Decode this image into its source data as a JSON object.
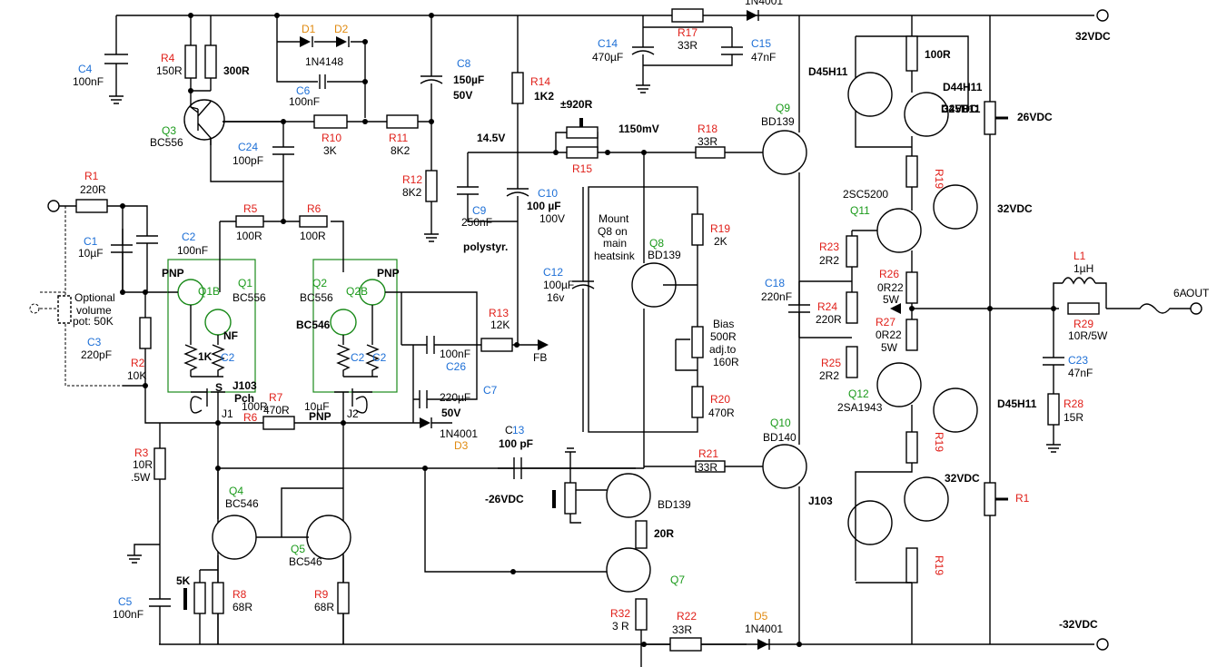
{
  "colors": {
    "wire": "#000000",
    "red": "#e0201a",
    "blue": "#1d6fd6",
    "green": "#1a9a1a",
    "orange": "#e08a10"
  },
  "labels": [
    {
      "t": "C4",
      "c": "blue"
    },
    {
      "t": "100nF",
      "c": "k"
    },
    {
      "t": "R4",
      "c": "red"
    },
    {
      "t": "150R",
      "c": "k"
    },
    {
      "t": "300R",
      "c": "b"
    },
    {
      "t": "D1",
      "c": "orange"
    },
    {
      "t": "D2",
      "c": "orange"
    },
    {
      "t": "1N4148",
      "c": "k"
    },
    {
      "t": "C6",
      "c": "blue"
    },
    {
      "t": "100nF",
      "c": "k"
    },
    {
      "t": "C8",
      "c": "blue"
    },
    {
      "t": "150µF",
      "c": "b"
    },
    {
      "t": "50V",
      "c": "b"
    },
    {
      "t": "Q3",
      "c": "green"
    },
    {
      "t": "BC556",
      "c": "k"
    },
    {
      "t": "C24",
      "c": "blue"
    },
    {
      "t": "100pF",
      "c": "k"
    },
    {
      "t": "R10",
      "c": "red"
    },
    {
      "t": "3K",
      "c": "k"
    },
    {
      "t": "R11",
      "c": "red"
    },
    {
      "t": "8K2",
      "c": "k"
    },
    {
      "t": "R12",
      "c": "red"
    },
    {
      "t": "8K2",
      "c": "k"
    },
    {
      "t": "R14",
      "c": "red"
    },
    {
      "t": "1K2",
      "c": "b"
    },
    {
      "t": "C14",
      "c": "blue"
    },
    {
      "t": "470µF",
      "c": "k"
    },
    {
      "t": "R17",
      "c": "red"
    },
    {
      "t": "33R",
      "c": "k"
    },
    {
      "t": "C15",
      "c": "blue"
    },
    {
      "t": "47nF",
      "c": "k"
    },
    {
      "t": "1N4001",
      "c": "k"
    },
    {
      "t": "32VDC",
      "c": "b"
    },
    {
      "t": "D45H11",
      "c": "b"
    },
    {
      "t": "D44H11",
      "c": "b"
    },
    {
      "t": "Q9",
      "c": "green"
    },
    {
      "t": "BD139",
      "c": "k"
    },
    {
      "t": "±920R",
      "c": "b"
    },
    {
      "t": "1150mV",
      "c": "b"
    },
    {
      "t": "R18",
      "c": "red"
    },
    {
      "t": "33R",
      "c": "k"
    },
    {
      "t": "14.5V",
      "c": "b"
    },
    {
      "t": "R15",
      "c": "red"
    },
    {
      "t": "26VDC",
      "c": "b"
    },
    {
      "t": "R1",
      "c": "red"
    },
    {
      "t": "220R",
      "c": "k"
    },
    {
      "t": "C2",
      "c": "blue"
    },
    {
      "t": "100nF",
      "c": "k"
    },
    {
      "t": "R5",
      "c": "red"
    },
    {
      "t": "100R",
      "c": "k"
    },
    {
      "t": "R6",
      "c": "red"
    },
    {
      "t": "100R",
      "c": "k"
    },
    {
      "t": "C9",
      "c": "blue"
    },
    {
      "t": "250nF",
      "c": "k"
    },
    {
      "t": "C10",
      "c": "blue"
    },
    {
      "t": "100 µF",
      "c": "b"
    },
    {
      "t": "100V",
      "c": "k"
    },
    {
      "t": "polystyr.",
      "c": "b"
    },
    {
      "t": "Mount",
      "c": "k"
    },
    {
      "t": "Q8 on",
      "c": "k"
    },
    {
      "t": "main",
      "c": "k"
    },
    {
      "t": "heatsink",
      "c": "k"
    },
    {
      "t": "Q8",
      "c": "green"
    },
    {
      "t": "BD139",
      "c": "k"
    },
    {
      "t": "R19",
      "c": "red"
    },
    {
      "t": "2K",
      "c": "k"
    },
    {
      "t": "2SC5200",
      "c": "k"
    },
    {
      "t": "Q11",
      "c": "green"
    },
    {
      "t": "100R",
      "c": "b"
    },
    {
      "t": "C1",
      "c": "blue"
    },
    {
      "t": "10µF",
      "c": "k"
    },
    {
      "t": "PNP",
      "c": "b"
    },
    {
      "t": "Q1B",
      "c": "green"
    },
    {
      "t": "Q1",
      "c": "green"
    },
    {
      "t": "BC556",
      "c": "k"
    },
    {
      "t": "Q2",
      "c": "green"
    },
    {
      "t": "BC556",
      "c": "k"
    },
    {
      "t": "Q2B",
      "c": "green"
    },
    {
      "t": "PNP",
      "c": "b"
    },
    {
      "t": "Optional",
      "c": "k"
    },
    {
      "t": "volume",
      "c": "k"
    },
    {
      "t": "pot: 50K",
      "c": "k"
    },
    {
      "t": "BC546",
      "c": "b"
    },
    {
      "t": "NF",
      "c": "b"
    },
    {
      "t": "C12",
      "c": "blue"
    },
    {
      "t": "100µF",
      "c": "k"
    },
    {
      "t": "16v",
      "c": "k"
    },
    {
      "t": "C18",
      "c": "blue"
    },
    {
      "t": "220nF",
      "c": "k"
    },
    {
      "t": "R23",
      "c": "red"
    },
    {
      "t": "2R2",
      "c": "k"
    },
    {
      "t": "R26",
      "c": "red"
    },
    {
      "t": "0R22",
      "c": "k"
    },
    {
      "t": "5W",
      "c": "k"
    },
    {
      "t": "L1",
      "c": "red"
    },
    {
      "t": "1µH",
      "c": "k"
    },
    {
      "t": "6A",
      "c": "k"
    },
    {
      "t": "OUT",
      "c": "k"
    },
    {
      "t": "C3",
      "c": "blue"
    },
    {
      "t": "220pF",
      "c": "k"
    },
    {
      "t": "R13",
      "c": "red"
    },
    {
      "t": "12K",
      "c": "k"
    },
    {
      "t": "FB",
      "c": "k"
    },
    {
      "t": "1K",
      "c": "b"
    },
    {
      "t": "C26",
      "c": "blue"
    },
    {
      "t": "100nF",
      "c": "k"
    },
    {
      "t": "Bias",
      "c": "k"
    },
    {
      "t": "500R",
      "c": "k"
    },
    {
      "t": "adj.to",
      "c": "k"
    },
    {
      "t": "160R",
      "c": "k"
    },
    {
      "t": "R24",
      "c": "red"
    },
    {
      "t": "220R",
      "c": "k"
    },
    {
      "t": "R27",
      "c": "red"
    },
    {
      "t": "0R22",
      "c": "k"
    },
    {
      "t": "5W",
      "c": "k"
    },
    {
      "t": "R29",
      "c": "red"
    },
    {
      "t": "10R/5W",
      "c": "k"
    },
    {
      "t": "C23",
      "c": "blue"
    },
    {
      "t": "47nF",
      "c": "k"
    },
    {
      "t": "R2",
      "c": "red"
    },
    {
      "t": "10K",
      "c": "k"
    },
    {
      "t": "S",
      "c": "b"
    },
    {
      "t": "J103",
      "c": "b"
    },
    {
      "t": "Pch",
      "c": "b"
    },
    {
      "t": "R7",
      "c": "red"
    },
    {
      "t": "470R",
      "c": "k"
    },
    {
      "t": "J1",
      "c": "k"
    },
    {
      "t": "J2",
      "c": "k"
    },
    {
      "t": "220µF",
      "c": "k"
    },
    {
      "t": "50V",
      "c": "b"
    },
    {
      "t": "C7",
      "c": "blue"
    },
    {
      "t": "R20",
      "c": "red"
    },
    {
      "t": "470R",
      "c": "k"
    },
    {
      "t": "R25",
      "c": "red"
    },
    {
      "t": "2R2",
      "c": "k"
    },
    {
      "t": "Q12",
      "c": "green"
    },
    {
      "t": "2SA1943",
      "c": "k"
    },
    {
      "t": "R28",
      "c": "red"
    },
    {
      "t": "15R",
      "c": "k"
    },
    {
      "t": "1N4001",
      "c": "k"
    },
    {
      "t": "D3",
      "c": "orange"
    },
    {
      "t": "C",
      "c": "k"
    },
    {
      "t": "13",
      "c": "blue"
    },
    {
      "t": "100 pF",
      "c": "b"
    },
    {
      "t": "Q10",
      "c": "green"
    },
    {
      "t": "BD140",
      "c": "k"
    },
    {
      "t": "R3",
      "c": "red"
    },
    {
      "t": "10R",
      "c": "k"
    },
    {
      "t": ".5W",
      "c": "k"
    },
    {
      "t": "R21",
      "c": "red"
    },
    {
      "t": "33R",
      "c": "k"
    },
    {
      "t": "Q4",
      "c": "green"
    },
    {
      "t": "BC546",
      "c": "k"
    },
    {
      "t": "-26VDC",
      "c": "b"
    },
    {
      "t": "BD139",
      "c": "k"
    },
    {
      "t": "Q5",
      "c": "green"
    },
    {
      "t": "BC546",
      "c": "k"
    },
    {
      "t": "20R",
      "c": "b"
    },
    {
      "t": "5K",
      "c": "b"
    },
    {
      "t": "Q7",
      "c": "green"
    },
    {
      "t": "C5",
      "c": "blue"
    },
    {
      "t": "100nF",
      "c": "k"
    },
    {
      "t": "R8",
      "c": "red"
    },
    {
      "t": "68R",
      "c": "k"
    },
    {
      "t": "R9",
      "c": "red"
    },
    {
      "t": "68R",
      "c": "k"
    },
    {
      "t": "R32",
      "c": "red"
    },
    {
      "t": "3 R",
      "c": "k"
    },
    {
      "t": "R22",
      "c": "red"
    },
    {
      "t": "33R",
      "c": "k"
    },
    {
      "t": "D5",
      "c": "orange"
    },
    {
      "t": "1N4001",
      "c": "k"
    },
    {
      "t": "-32VDC",
      "c": "b"
    }
  ]
}
